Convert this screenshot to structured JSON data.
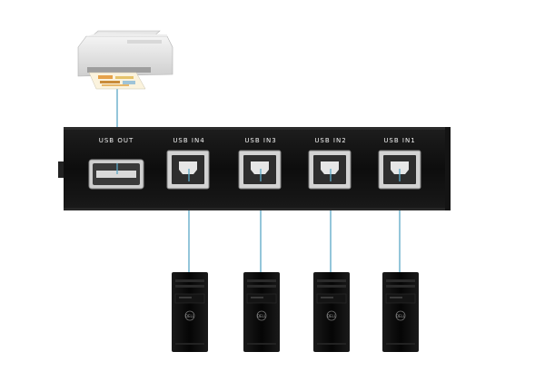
{
  "ports": [
    {
      "id": "usb-out",
      "label": "USB OUT"
    },
    {
      "id": "usb-in4",
      "label": "USB IN4"
    },
    {
      "id": "usb-in3",
      "label": "USB IN3"
    },
    {
      "id": "usb-in2",
      "label": "USB IN2"
    },
    {
      "id": "usb-in1",
      "label": "USB IN1"
    }
  ],
  "devices": {
    "printer": "printer-icon",
    "computer": "desktop-tower-icon",
    "computer_count": 4
  },
  "colors": {
    "cable": "#5aa7c6",
    "switch_body": "#0d0d0d",
    "tower_body": "#0a0a0a"
  }
}
